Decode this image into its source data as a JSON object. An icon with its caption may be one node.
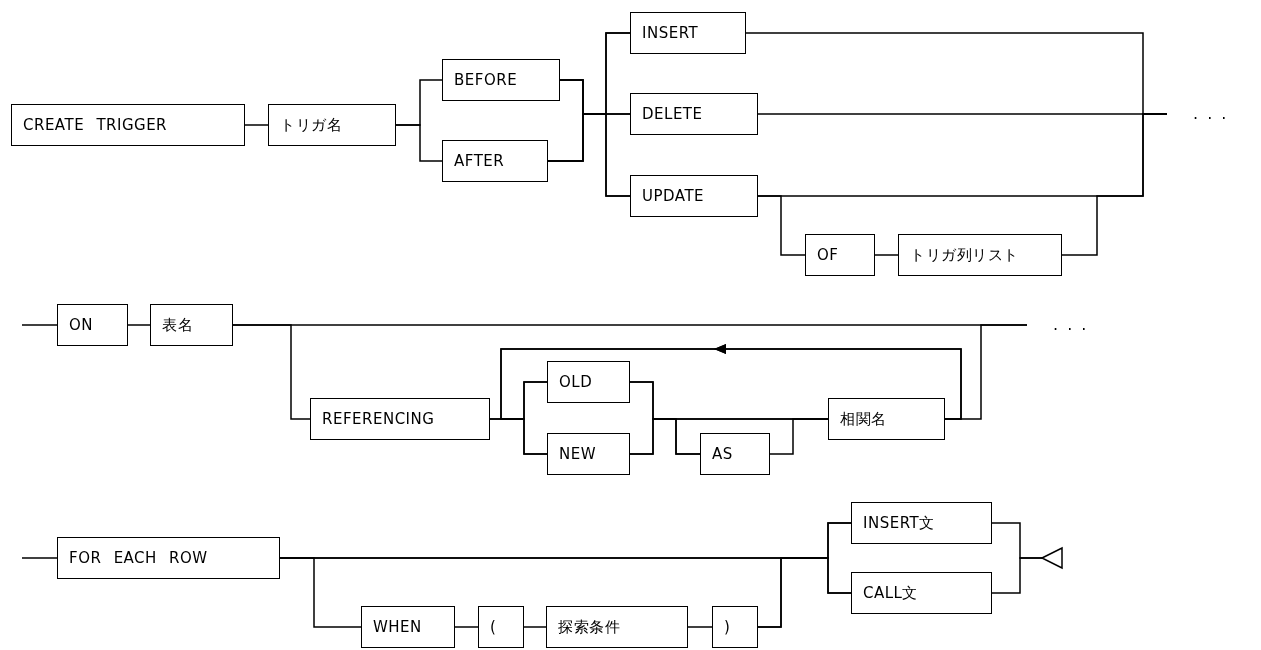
{
  "diagram": {
    "nodes": [
      {
        "text": [
          "CREATE TRIGGER"
        ]
      },
      {
        "text": [
          "トリガ名"
        ]
      },
      {
        "text": [
          "BEFORE"
        ]
      },
      {
        "text": [
          "AFTER"
        ]
      },
      {
        "text": [
          "INSERT"
        ]
      },
      {
        "text": [
          "DELETE"
        ]
      },
      {
        "text": [
          "UPDATE"
        ]
      },
      {
        "text": [
          "OF"
        ]
      },
      {
        "text": [
          "トリガ列リスト"
        ]
      },
      {
        "text": [
          "ON"
        ]
      },
      {
        "text": [
          "表名"
        ]
      },
      {
        "text": [
          "REFERENCING"
        ]
      },
      {
        "text": [
          "OLD"
        ]
      },
      {
        "text": [
          "NEW"
        ]
      },
      {
        "text": [
          "AS"
        ]
      },
      {
        "text": [
          "相関名"
        ]
      },
      {
        "text": [
          "FOR EACH ROW"
        ]
      },
      {
        "text": [
          "WHEN"
        ]
      },
      {
        "text": [
          "("
        ]
      },
      {
        "text": [
          "探索条件"
        ]
      },
      {
        "text": [
          ")"
        ]
      },
      {
        "text": [
          "INSERT文"
        ]
      },
      {
        "text": [
          "CALL文"
        ]
      },
      {
        "text": [],
        "shape": "triangle"
      }
    ],
    "edges": [
      {
        "from": 0,
        "to": 1,
        "arrow": "none"
      },
      {
        "from": 1,
        "to": 2,
        "arrow": "none"
      },
      {
        "from": 1,
        "to": 3,
        "arrow": "none"
      },
      {
        "from": 2,
        "to": 4,
        "arrow": "none"
      },
      {
        "from": 2,
        "to": 5,
        "arrow": "none"
      },
      {
        "from": 2,
        "to": 6,
        "arrow": "none"
      },
      {
        "from": 3,
        "to": 4,
        "arrow": "none"
      },
      {
        "from": 3,
        "to": 5,
        "arrow": "none"
      },
      {
        "from": 3,
        "to": 6,
        "arrow": "none"
      },
      {
        "from": 4,
        "to": null,
        "arrow": "none"
      },
      {
        "from": 5,
        "to": null,
        "arrow": "none"
      },
      {
        "from": 6,
        "to": null,
        "arrow": "none"
      },
      {
        "from": 6,
        "to": 7,
        "arrow": "none"
      },
      {
        "from": 7,
        "to": 8,
        "arrow": "none"
      },
      {
        "from": 8,
        "to": null,
        "arrow": "none"
      },
      {
        "from": null,
        "to": 9,
        "arrow": "none"
      },
      {
        "from": 9,
        "to": 10,
        "arrow": "none"
      },
      {
        "from": 10,
        "to": null,
        "arrow": "none"
      },
      {
        "from": 10,
        "to": 11,
        "arrow": "none"
      },
      {
        "from": 11,
        "to": 12,
        "arrow": "none"
      },
      {
        "from": 11,
        "to": 13,
        "arrow": "none"
      },
      {
        "from": 12,
        "to": 14,
        "arrow": "none"
      },
      {
        "from": 13,
        "to": 14,
        "arrow": "none"
      },
      {
        "from": 12,
        "to": 15,
        "arrow": "none"
      },
      {
        "from": 13,
        "to": 15,
        "arrow": "none"
      },
      {
        "from": 14,
        "to": 15,
        "arrow": "none"
      },
      {
        "from": 15,
        "to": null,
        "arrow": "none"
      },
      {
        "from": 15,
        "to": 12,
        "arrow": "to"
      },
      {
        "from": 15,
        "to": 13,
        "arrow": "to"
      },
      {
        "from": null,
        "to": 16,
        "arrow": "none"
      },
      {
        "from": 16,
        "to": 17,
        "arrow": "none"
      },
      {
        "from": 17,
        "to": 18,
        "arrow": "none"
      },
      {
        "from": 18,
        "to": 19,
        "arrow": "none"
      },
      {
        "from": 19,
        "to": 20,
        "arrow": "none"
      },
      {
        "from": 16,
        "to": 21,
        "arrow": "none"
      },
      {
        "from": 16,
        "to": 22,
        "arrow": "none"
      },
      {
        "from": 20,
        "to": 21,
        "arrow": "none"
      },
      {
        "from": 20,
        "to": 22,
        "arrow": "none"
      },
      {
        "from": 21,
        "to": 23,
        "arrow": "none"
      },
      {
        "from": 22,
        "to": 23,
        "arrow": "none"
      }
    ],
    "labels": [
      ". . .",
      ". . ."
    ]
  }
}
